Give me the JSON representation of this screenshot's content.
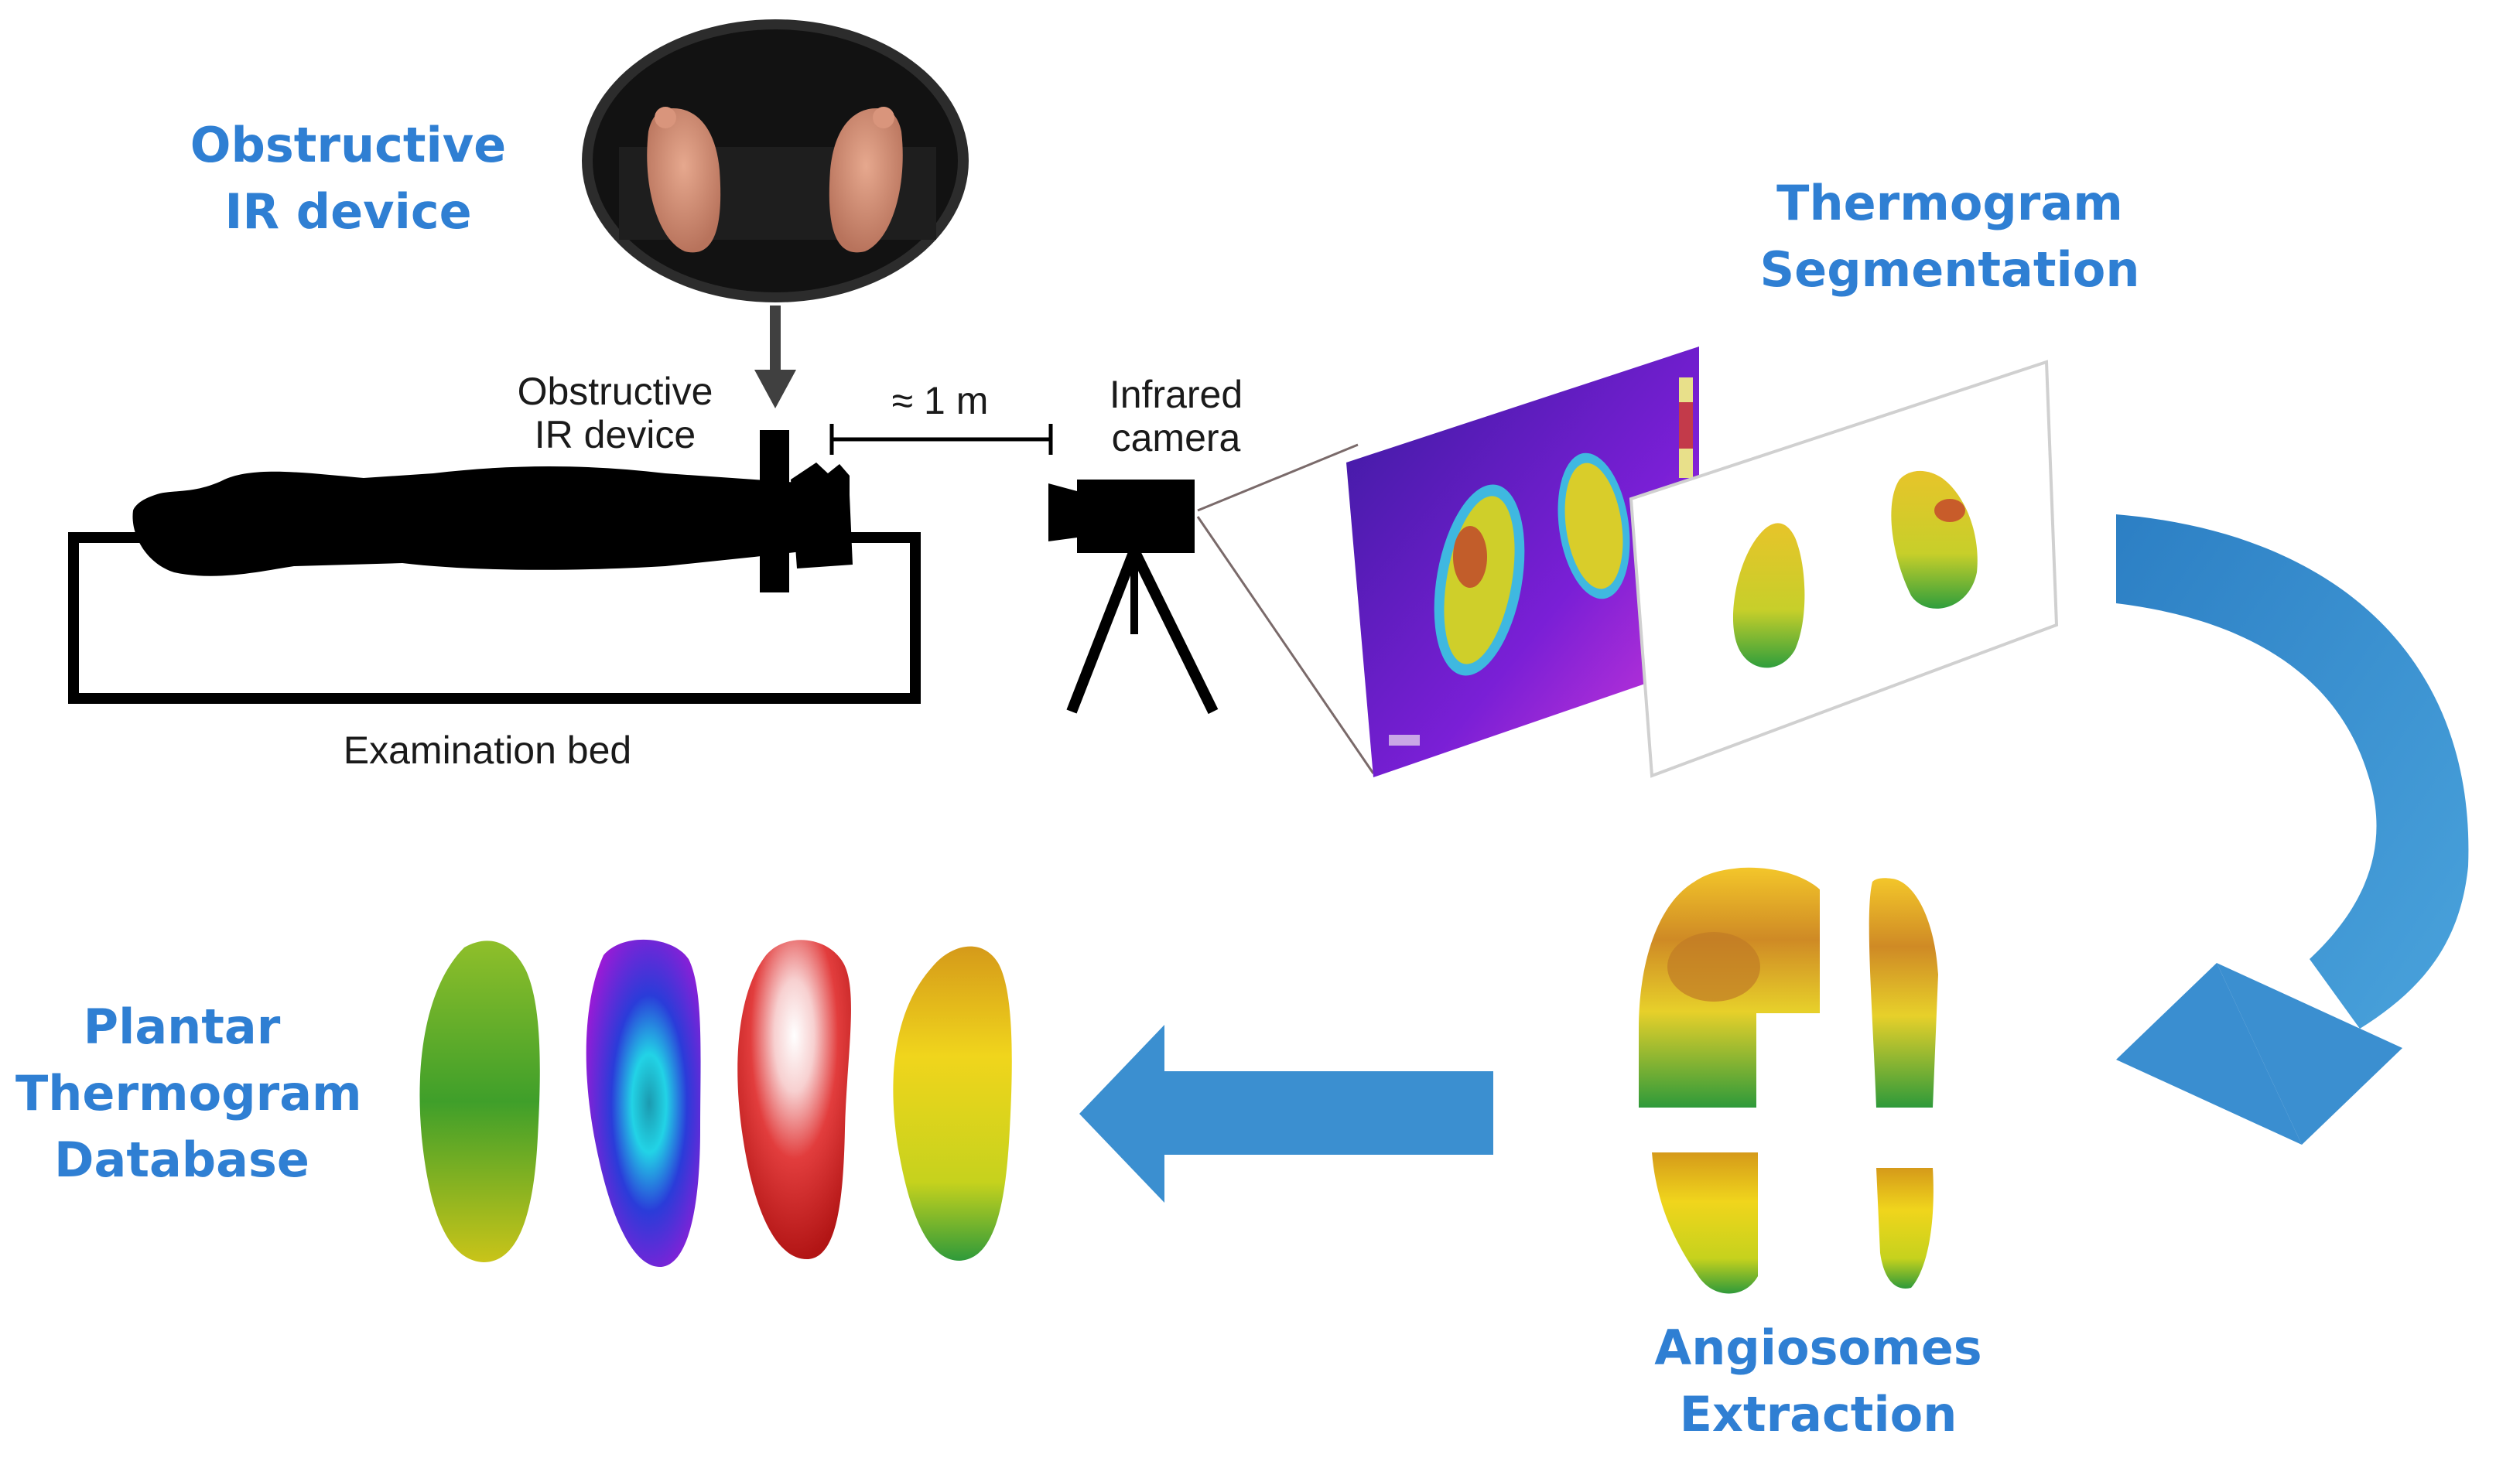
{
  "labels": {
    "obstructive_device_title": [
      "Obstructive",
      "IR device"
    ],
    "obstructive_device_caption": [
      "Obstructive",
      "IR device"
    ],
    "distance": "≈ 1 m",
    "infrared_camera": [
      "Infrared",
      "camera"
    ],
    "examination_bed": "Examination bed",
    "thermogram_segmentation": [
      "Thermogram",
      "Segmentation"
    ],
    "angiosomes_extraction": [
      "Angiosomes",
      "Extraction"
    ],
    "plantar_database": [
      "Plantar",
      "Thermogram",
      "Database"
    ]
  },
  "colors": {
    "label_blue": "#2f7fd3",
    "flow_arrow_blue": "#3b8fd0",
    "silhouette": "#000000"
  },
  "thermal_palettes": [
    "green",
    "blue-purple",
    "red-white",
    "yellow"
  ]
}
